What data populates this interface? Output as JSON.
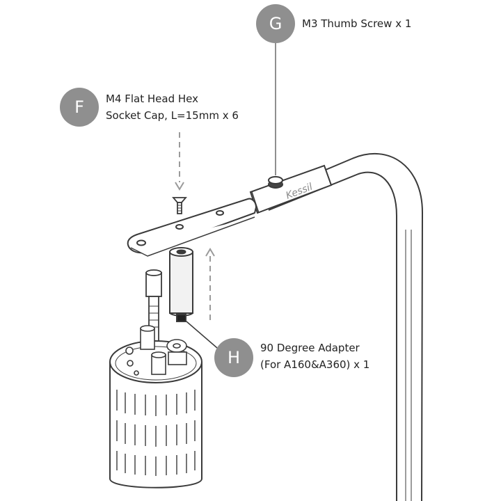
{
  "colors": {
    "badge": "#8f8f8f",
    "line": "#3a3a3a",
    "dashed": "#9a9a9a",
    "part_fill": "#ffffff",
    "adapter_fill": "#f2f2f2"
  },
  "callouts": {
    "g": {
      "letter": "G",
      "line1": "M3 Thumb Screw x 1"
    },
    "f": {
      "letter": "F",
      "line1": "M4 Flat Head Hex",
      "line2": "Socket Cap, L=15mm x 6"
    },
    "h": {
      "letter": "H",
      "line1": "90 Degree Adapter",
      "line2": "(For A160&A360) x 1"
    }
  },
  "brand_text": "Kessil"
}
